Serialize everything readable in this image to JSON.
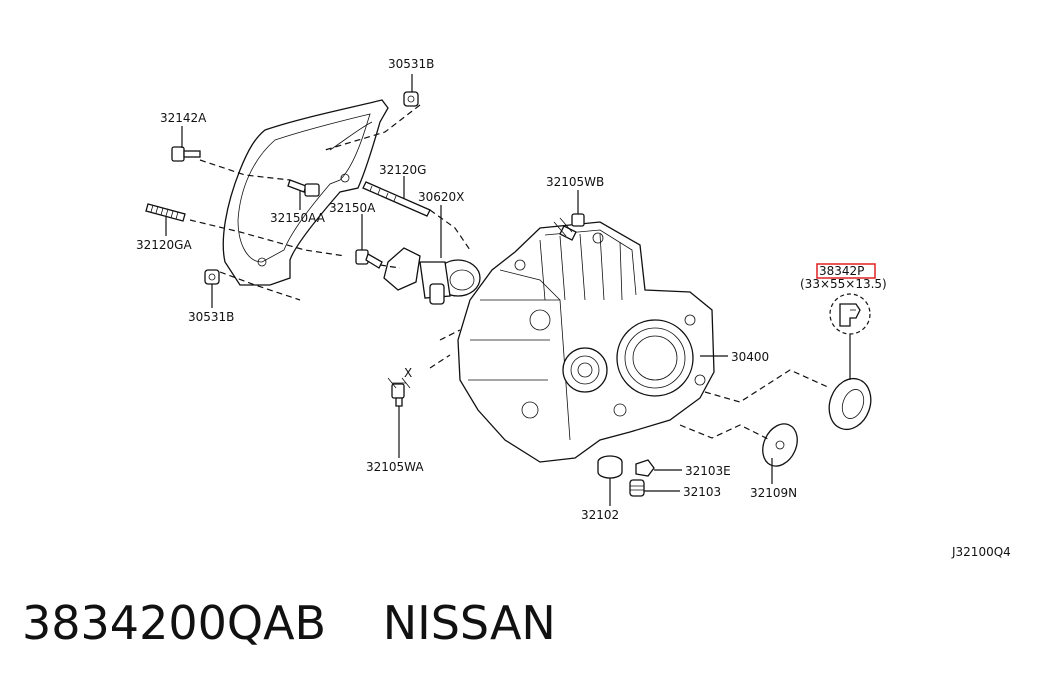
{
  "callouts": {
    "p30531B_top": "30531B",
    "p32142A": "32142A",
    "p32120G": "32120G",
    "p32150AA": "32150AA",
    "p32150A": "32150A",
    "p30620X": "30620X",
    "p32120GA": "32120GA",
    "p30531B_bottom": "30531B",
    "p32105WB": "32105WB",
    "p38342P": "38342P",
    "p38342P_size": "(33×55×13.5)",
    "p30400": "30400",
    "p32105WA": "32105WA",
    "x_mark": "X",
    "p32103E": "32103E",
    "p32103": "32103",
    "p32102": "32102",
    "p32109N": "32109N"
  },
  "diagram_code": "J32100Q4",
  "highlight_color": "#e02020",
  "caption": {
    "part_number": "3834200QAB",
    "brand": "NISSAN"
  }
}
